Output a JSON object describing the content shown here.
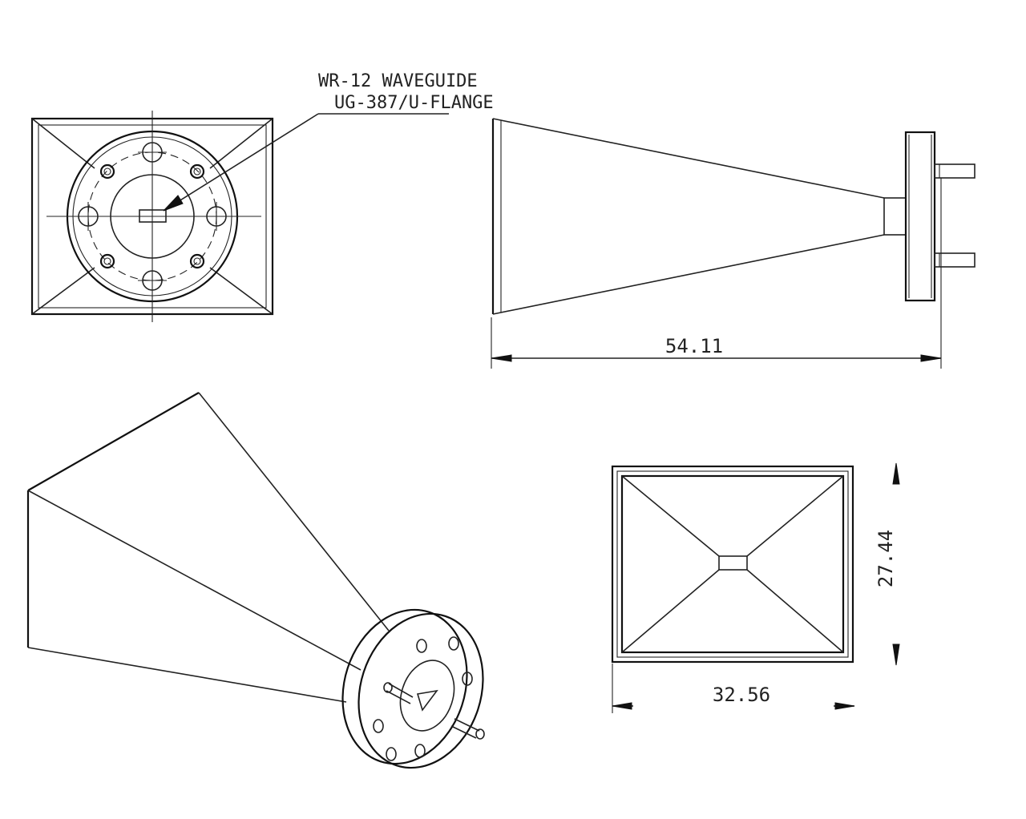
{
  "callout": {
    "line1": "WR-12 WAVEGUIDE",
    "line2": "UG-387/U-FLANGE"
  },
  "dimensions": {
    "length": "54.11",
    "width": "32.56",
    "height": "27.44"
  }
}
